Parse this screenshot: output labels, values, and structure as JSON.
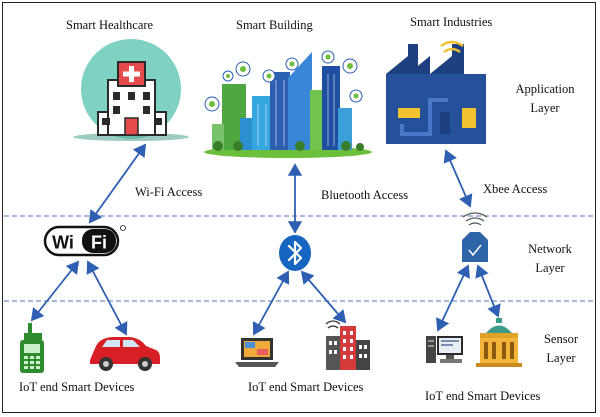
{
  "application_domains": {
    "healthcare": "Smart Healthcare",
    "building": "Smart Building",
    "industries": "Smart Industries"
  },
  "access_methods": {
    "wifi": "Wi-Fi Access",
    "bluetooth": "Bluetooth Access",
    "xbee": "Xbee Access"
  },
  "layers": {
    "application": [
      "Application",
      "Layer"
    ],
    "network": [
      "Network",
      "Layer"
    ],
    "sensor": [
      "Sensor",
      "Layer"
    ]
  },
  "device_groups": {
    "left": "IoT end Smart Devices",
    "middle": "IoT end Smart Devices",
    "right": "IoT end Smart Devices"
  },
  "wifi_logo": {
    "text_wi": "Wi",
    "text_fi": "Fi"
  },
  "colors": {
    "arrow": "#2f5fb3",
    "divider": "#6e8fc9",
    "bluetooth": "#1665c0",
    "factory": "#27509a",
    "hospital_bg": "#7fd1c1"
  }
}
